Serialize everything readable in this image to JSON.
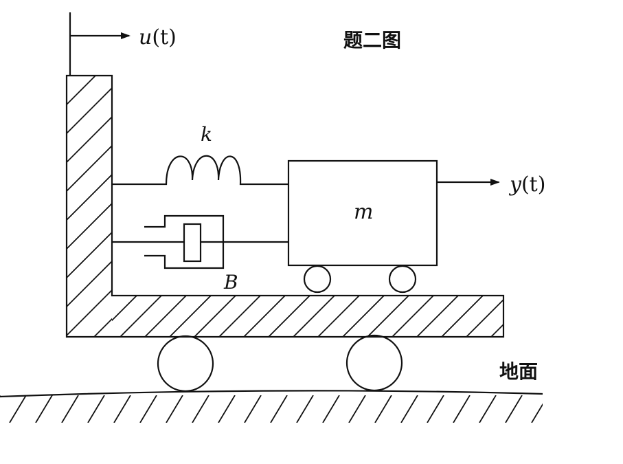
{
  "figure": {
    "title": "题二图",
    "input_label": {
      "symbol": "u",
      "arg": "(t)"
    },
    "output_label": {
      "symbol": "y",
      "arg": "(t)"
    },
    "spring_label": "k",
    "damper_label": "B",
    "mass_label": "m",
    "ground_label": "地面"
  },
  "colors": {
    "ink": "#111111",
    "background": "#ffffff"
  }
}
